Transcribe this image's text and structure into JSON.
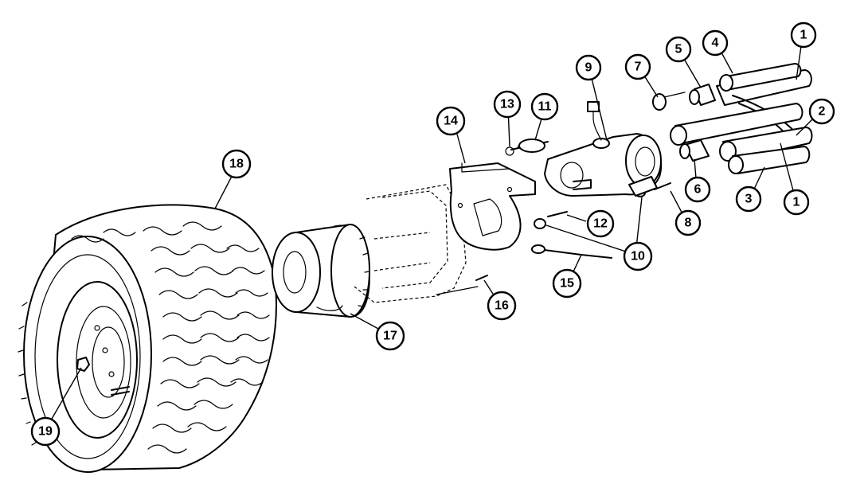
{
  "diagram": {
    "type": "exploded parts diagram",
    "callouts": [
      "1",
      "1",
      "2",
      "3",
      "4",
      "5",
      "6",
      "7",
      "8",
      "9",
      "10",
      "11",
      "12",
      "13",
      "14",
      "15",
      "16",
      "17",
      "18",
      "19"
    ]
  }
}
